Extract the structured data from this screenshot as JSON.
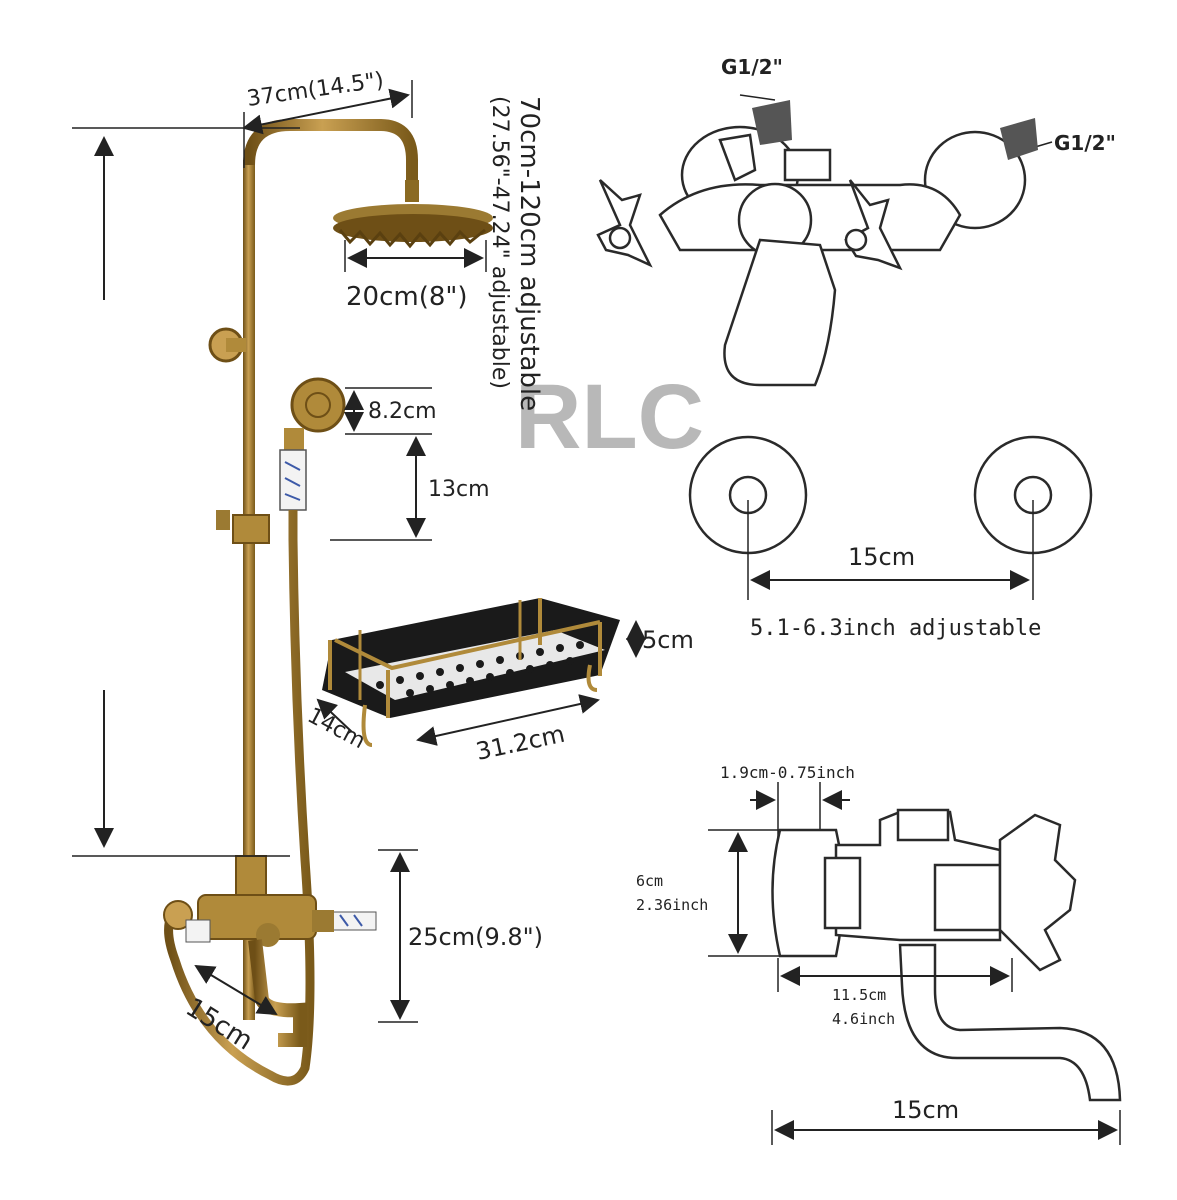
{
  "watermark": "RLC",
  "colors": {
    "brass": "#b08a3a",
    "brass_dark": "#7a5a1a",
    "ink": "#222222",
    "watermark": "#b8b8b8"
  },
  "dimensions": {
    "arm_width": "37cm(14.5\")",
    "height_range_main": "70cm-120cm  adjustable",
    "height_range_sub": "(27.56\"-47.24\" adjustable)",
    "head_diameter": "20cm(8\")",
    "handshower_diameter": "8.2cm",
    "handshower_height": "13cm",
    "basket_height": "5cm",
    "basket_depth": "14cm",
    "basket_length": "31.2cm",
    "spout_reach": "15cm",
    "mixer_drop": "25cm(9.8\")"
  },
  "top_right": {
    "inlet_left": "G1/2\"",
    "inlet_right": "G1/2\""
  },
  "flanges": {
    "distance": "15cm",
    "adjustable": "5.1-6.3inch adjustable"
  },
  "side_view": {
    "depth": "1.9cm-0.75inch",
    "height_cm": "6cm",
    "height_in": "2.36inch",
    "length_cm": "11.5cm",
    "length_in": "4.6inch",
    "spout": "15cm"
  }
}
